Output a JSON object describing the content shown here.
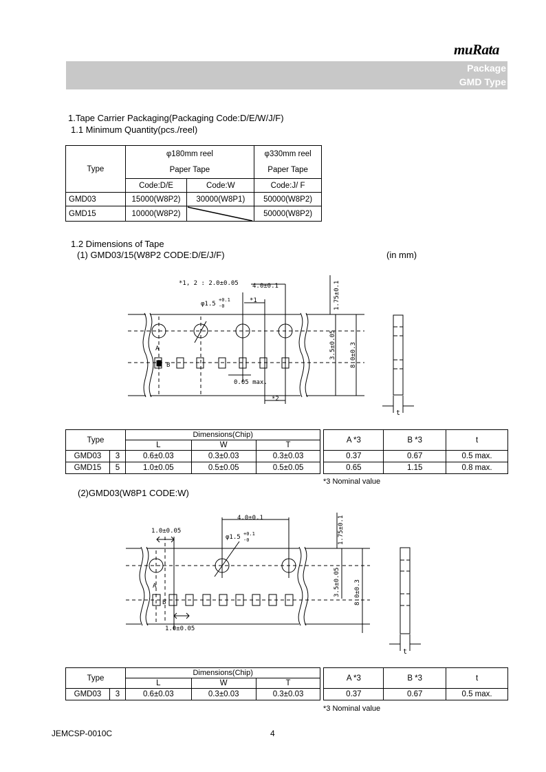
{
  "header": {
    "logo": "muRata",
    "banner_line1": "Package",
    "banner_line2": "GMD Type"
  },
  "section1": {
    "title": "1.Tape Carrier Packaging(Packaging Code:D/E/W/J/F)",
    "sub": "1.1 Minimum Quantity(pcs./reel)"
  },
  "qty_table": {
    "type_header": "Type",
    "reel180": "φ180mm reel",
    "reel330": "φ330mm reel",
    "paper_tape": "Paper Tape",
    "code_de": "Code:D/E",
    "code_w": "Code:W",
    "code_jf": "Code:J/ F",
    "rows": [
      {
        "type": "GMD03",
        "de": "15000(W8P2)",
        "w": "30000(W8P1)",
        "jf": "50000(W8P2)"
      },
      {
        "type": "GMD15",
        "de": "10000(W8P2)",
        "w": "",
        "jf": "50000(W8P2)"
      }
    ]
  },
  "section12": {
    "title": "1.2 Dimensions of Tape",
    "sub1": "(1) GMD03/15(W8P2 CODE:D/E/J/F)",
    "unit": "(in mm)",
    "sub2": "(2)GMD03(W8P1 CODE:W)"
  },
  "diagram1": {
    "note_star1": "*1, 2 : 2.0±0.05",
    "pitch": "4.0±0.1",
    "hole_dia": "φ1.5",
    "hole_tol_plus": "+0.1",
    "hole_tol_minus": "-0",
    "star1": "*1",
    "star2": "*2",
    "edge": "1.75±0.1",
    "row": "3.5±0.05",
    "width": "8.0±0.3",
    "max": "0.05 max.",
    "label_a": "A",
    "label_b": "B",
    "label_t": "t"
  },
  "dim_table1": {
    "type_header": "Type",
    "dims_header": "Dimensions(Chip)",
    "l": "L",
    "w": "W",
    "t_col": "T",
    "a": "A *3",
    "b": "B *3",
    "t": "t",
    "rows": [
      {
        "type": "GMD03",
        "code": "3",
        "l": "0.6±0.03",
        "w": "0.3±0.03",
        "t": "0.3±0.03",
        "a": "0.37",
        "b": "0.67",
        "tt": "0.5 max."
      },
      {
        "type": "GMD15",
        "code": "5",
        "l": "1.0±0.05",
        "w": "0.5±0.05",
        "t": "0.5±0.05",
        "a": "0.65",
        "b": "1.15",
        "tt": "0.8 max."
      }
    ],
    "note": "*3 Nominal value"
  },
  "diagram2": {
    "pitch": "4.0±0.1",
    "chip_pitch": "1.0±0.05",
    "chip_pitch_bottom": "1.0±0.05",
    "hole_dia": "φ1.5",
    "hole_tol_plus": "+0.1",
    "hole_tol_minus": "-0",
    "edge": "1.75±0.1",
    "row": "3.5±0.05",
    "width": "8.0±0.3",
    "label_a": "A",
    "label_b": "B",
    "label_t": "t"
  },
  "dim_table2": {
    "type_header": "Type",
    "dims_header": "Dimensions(Chip)",
    "l": "L",
    "w": "W",
    "t_col": "T",
    "a": "A *3",
    "b": "B *3",
    "t": "t",
    "rows": [
      {
        "type": "GMD03",
        "code": "3",
        "l": "0.6±0.03",
        "w": "0.3±0.03",
        "t": "0.3±0.03",
        "a": "0.37",
        "b": "0.67",
        "tt": "0.5 max."
      }
    ],
    "note": "*3 Nominal value"
  },
  "footer": {
    "doc_id": "JEMCSP-0010C",
    "page": "4"
  }
}
